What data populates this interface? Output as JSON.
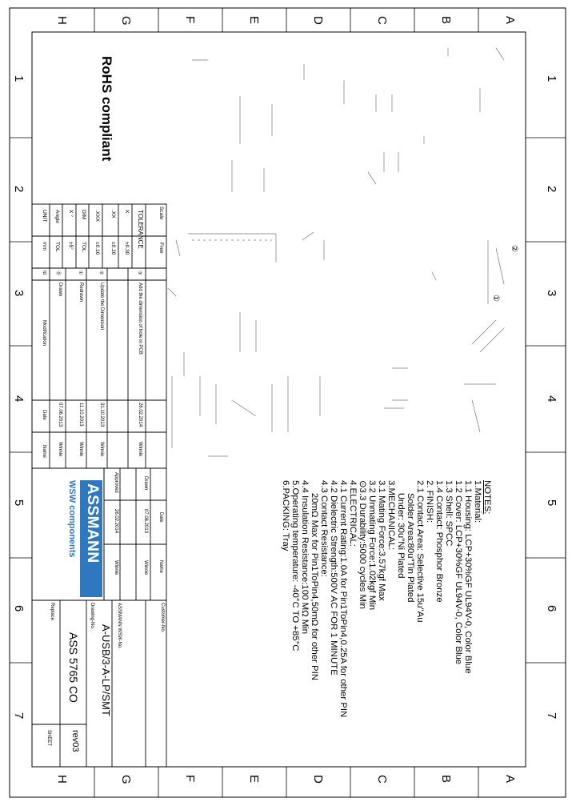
{
  "rohs": "RoHS compliant",
  "zones": {
    "letters": [
      "A",
      "B",
      "C",
      "D",
      "E",
      "F",
      "G",
      "H"
    ],
    "numbers": [
      "1",
      "2",
      "3",
      "4",
      "5",
      "6",
      "7"
    ]
  },
  "notes": {
    "heading": "NOTES:",
    "lines": [
      "1.Material:",
      "1.1 Housing: LCP+30%GF UL94V-0, Color Blue",
      "1.2 Cover: LCP+30%GF UL94V-0, Color Blue",
      "1.3 Shell: SPCC",
      "1.4 Contact: Phosphor Bronze",
      "2. FINISH:",
      "2.1 Contact Area: Selective 15u\"Au",
      "     Solder Area:80u\"Tin Plated",
      "     Under: 30u\"Ni Plated",
      "3.MECHANICAL:",
      "3.1 Mating Force:3.57kgf Max",
      "3.2 Unmating Force:1.02kgf Min",
      "⊙3.3 Durability:5000 cycles Min",
      "4.ELECTRICAL:",
      "4.1 Current Rating:1.0A for Pin1ToPin4,0.25A for other PIN",
      "4.2 Dielectric Strength:500V AC FOR 1 MINUTE",
      "4.3 Contact Resistance:",
      "     20mΩ Max for Pin1ToPin4,50mΩ for other PIN",
      "4.4 Insulation Resistance:100 MΩ Min",
      "5.Operating temperature: -40°C TO +85°C",
      "6.PACKING: Tray"
    ]
  },
  "tolerance": {
    "scale_label": "Scale",
    "scale_value": "Free",
    "heading": "TOLERANCE",
    "rows": [
      [
        "X",
        "±0.30"
      ],
      [
        ".XX",
        "±0.20"
      ],
      [
        ".XXX",
        "±0.10"
      ],
      [
        "DIM",
        "TOL"
      ],
      [
        "X °",
        "±5°"
      ],
      [
        "Angle",
        "TOL"
      ],
      [
        "UNIT",
        "mm"
      ]
    ]
  },
  "revisions": {
    "headers": {
      "id": "Id",
      "modification": "Modification",
      "date": "Date",
      "name": "Name"
    },
    "rows": [
      {
        "id": "③",
        "modification": "Add the dimension of hole in PCB",
        "date": "26.02.2014",
        "name": "Winnie"
      },
      {
        "id": "②",
        "modification": "Update the Dimension",
        "date": "31.10.2013",
        "name": "Winnie"
      },
      {
        "id": "①",
        "modification": "Redrawn",
        "date": "11.10.2013",
        "name": "Winnie"
      },
      {
        "id": "⓪",
        "modification": "Drawn",
        "date": "07.06.2013",
        "name": "Winnie"
      }
    ]
  },
  "approval": {
    "date_header": "Date",
    "name_header": "Name",
    "drawn_label": "Drawn",
    "drawn_date": "07.06.2013",
    "drawn_name": "Winnie",
    "approved_label": "Approved",
    "approved_date": "26.02.2014",
    "approved_name": "Winnie"
  },
  "brand": {
    "name": "ASSMANN",
    "sub": "WSW components",
    "color": "#2f78bd"
  },
  "titleblock": {
    "customer_label": "Customer-No.",
    "assmann_no_label": "ASSMANN WSW-No.",
    "assmann_no": "A-USB/3-A-LP/SMT",
    "drawing_label": "Drawing-No.",
    "drawing_no": "ASS 5765 CO",
    "rev": "rev03",
    "replace_label": "Replace",
    "sheet_label": "SHEET"
  },
  "drawing_marks": [
    "②",
    "①"
  ]
}
